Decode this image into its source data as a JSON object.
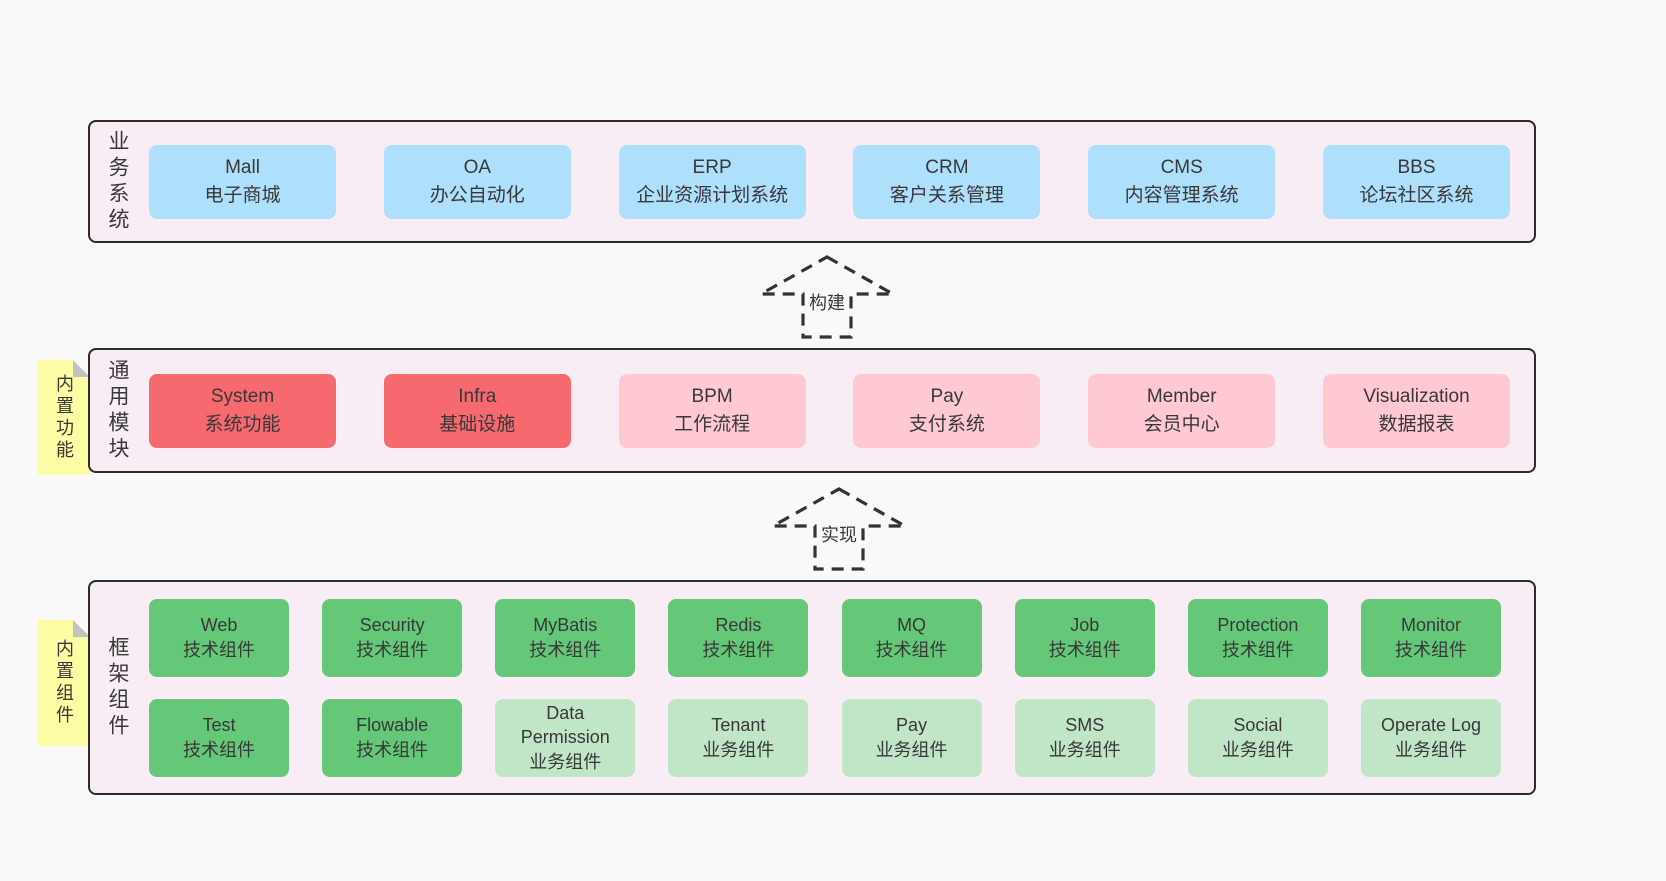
{
  "canvas": {
    "bg": "#f9f9f9",
    "panel_bg": "#f8edf5",
    "panel_border": "#2b2b2b",
    "note_bg": "#fbfca4",
    "note_fold": "#c2c2c2",
    "text_color": "#383838"
  },
  "colors": {
    "blue": "#aedffb",
    "red": "#f5696f",
    "pink": "#ffc9d3",
    "green": "#65c878",
    "lightgreen": "#c0e5c7"
  },
  "sections": {
    "business": {
      "label": "业务系统",
      "boxes": [
        {
          "title": "Mall",
          "subtitle": "电子商城",
          "type": "blue"
        },
        {
          "title": "OA",
          "subtitle": "办公自动化",
          "type": "blue"
        },
        {
          "title": "ERP",
          "subtitle": "企业资源计划系统",
          "type": "blue"
        },
        {
          "title": "CRM",
          "subtitle": "客户关系管理",
          "type": "blue"
        },
        {
          "title": "CMS",
          "subtitle": "内容管理系统",
          "type": "blue"
        },
        {
          "title": "BBS",
          "subtitle": "论坛社区系统",
          "type": "blue"
        }
      ]
    },
    "build_arrow": {
      "label": "构建"
    },
    "modules": {
      "label": "通用模块",
      "note": "内置功能",
      "boxes": [
        {
          "title": "System",
          "subtitle": "系统功能",
          "type": "red"
        },
        {
          "title": "Infra",
          "subtitle": "基础设施",
          "type": "red"
        },
        {
          "title": "BPM",
          "subtitle": "工作流程",
          "type": "pink"
        },
        {
          "title": "Pay",
          "subtitle": "支付系统",
          "type": "pink"
        },
        {
          "title": "Member",
          "subtitle": "会员中心",
          "type": "pink"
        },
        {
          "title": "Visualization",
          "subtitle": "数据报表",
          "type": "pink"
        }
      ]
    },
    "implement_arrow": {
      "label": "实现"
    },
    "components": {
      "label": "框架组件",
      "note": "内置组件",
      "rows": [
        [
          {
            "title": "Web",
            "subtitle": "技术组件",
            "type": "green"
          },
          {
            "title": "Security",
            "subtitle": "技术组件",
            "type": "green"
          },
          {
            "title": "MyBatis",
            "subtitle": "技术组件",
            "type": "green"
          },
          {
            "title": "Redis",
            "subtitle": "技术组件",
            "type": "green"
          },
          {
            "title": "MQ",
            "subtitle": "技术组件",
            "type": "green"
          },
          {
            "title": "Job",
            "subtitle": "技术组件",
            "type": "green"
          },
          {
            "title": "Protection",
            "subtitle": "技术组件",
            "type": "green"
          },
          {
            "title": "Monitor",
            "subtitle": "技术组件",
            "type": "green"
          }
        ],
        [
          {
            "title": "Test",
            "subtitle": "技术组件",
            "type": "green"
          },
          {
            "title": "Flowable",
            "subtitle": "技术组件",
            "type": "green"
          },
          {
            "title": "Data Permission",
            "subtitle": "业务组件",
            "type": "lightgreen"
          },
          {
            "title": "Tenant",
            "subtitle": "业务组件",
            "type": "lightgreen"
          },
          {
            "title": "Pay",
            "subtitle": "业务组件",
            "type": "lightgreen"
          },
          {
            "title": "SMS",
            "subtitle": "业务组件",
            "type": "lightgreen"
          },
          {
            "title": "Social",
            "subtitle": "业务组件",
            "type": "lightgreen"
          },
          {
            "title": "Operate Log",
            "subtitle": "业务组件",
            "type": "lightgreen"
          }
        ]
      ]
    }
  }
}
